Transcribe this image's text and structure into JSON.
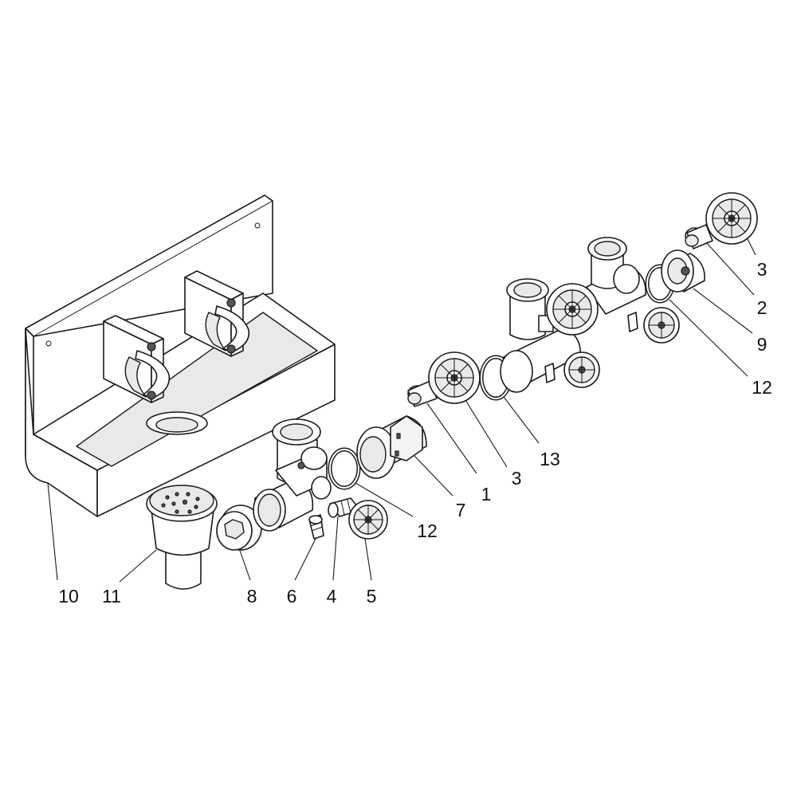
{
  "callouts": [
    {
      "id": "c10",
      "label": "10"
    },
    {
      "id": "c11",
      "label": "11"
    },
    {
      "id": "c8",
      "label": "8"
    },
    {
      "id": "c6",
      "label": "6"
    },
    {
      "id": "c4",
      "label": "4"
    },
    {
      "id": "c5",
      "label": "5"
    },
    {
      "id": "c12a",
      "label": "12"
    },
    {
      "id": "c7",
      "label": "7"
    },
    {
      "id": "c1",
      "label": "1"
    },
    {
      "id": "c3a",
      "label": "3"
    },
    {
      "id": "c13",
      "label": "13"
    },
    {
      "id": "c3b",
      "label": "3"
    },
    {
      "id": "c2",
      "label": "2"
    },
    {
      "id": "c9",
      "label": "9"
    },
    {
      "id": "c12b",
      "label": "12"
    }
  ]
}
